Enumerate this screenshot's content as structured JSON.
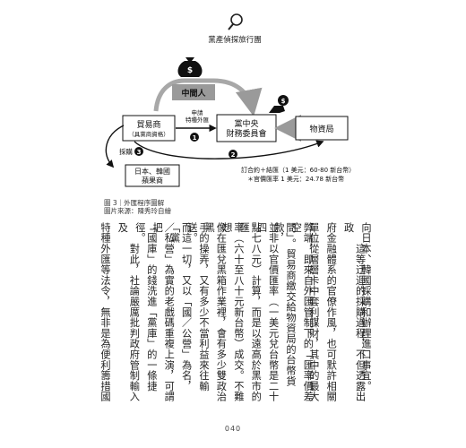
{
  "header": {
    "title": "黨產偵探旅行團",
    "icon": "magnifier-icon"
  },
  "diagram": {
    "middleman": "中間人",
    "trader": "貿易商",
    "trader_sub": "（具黨商資格）",
    "central": "黨中央",
    "central_sub": "財務委員會",
    "bureau": "物資局",
    "japan_korea_1": "日本、韓國",
    "japan_korea_2": "蘋果商",
    "apply_1": "申請",
    "apply_2": "特種外匯",
    "buy": "採購",
    "num_1": "1",
    "num_2": "2",
    "num_3": "3",
    "rate_1": "訂合約＋結匯（1 美元：60-80 新台幣）",
    "rate_2": "＊官價匯率 1 美元：24.78 新台幣",
    "money_icon": "money-bag-icon",
    "hand_icon": "hand-holding-money-icon"
  },
  "caption": {
    "line1": "圖 3｜外匯程序圖解",
    "line2": "圖片來源：陳秀玲自繪"
  },
  "body_columns": [
    "向日本、韓國採購和辦理進口事宜。",
    "　　這等迂迴的採購過程，不但透露出政",
    "府金融體系的官僚作風，也可默許相關",
    "單位從層層卡中套利謀財，其中的最大",
    "弊端，即來自外匯管制下的「匯率價差空",
    "間」。貿易商繳交給物資局的台幣貨款，",
    "並非以官價匯率（一美元兌台幣是二十四",
    "點七八元）計算，而是以遠高於黑市的匯",
    "率（六十至八十元新台幣）成交。不難想",
    "像在匯兌黑箱作業裡，會有多少雙政治黑",
    "手的操弄，又有多少不當利益來往輸送。",
    "而這一切，又以「國／公營」為名，「黨",
    "／私營」為實的老戲碼重複上演，可謂把",
    "「國庫」的錢洗進「黨庫」的一條捷徑。",
    "　　對此，社論嚴厲批判政府管制輸入及",
    "特種外匯等法令，無非是為便利籌措國"
  ],
  "page_number": "040"
}
